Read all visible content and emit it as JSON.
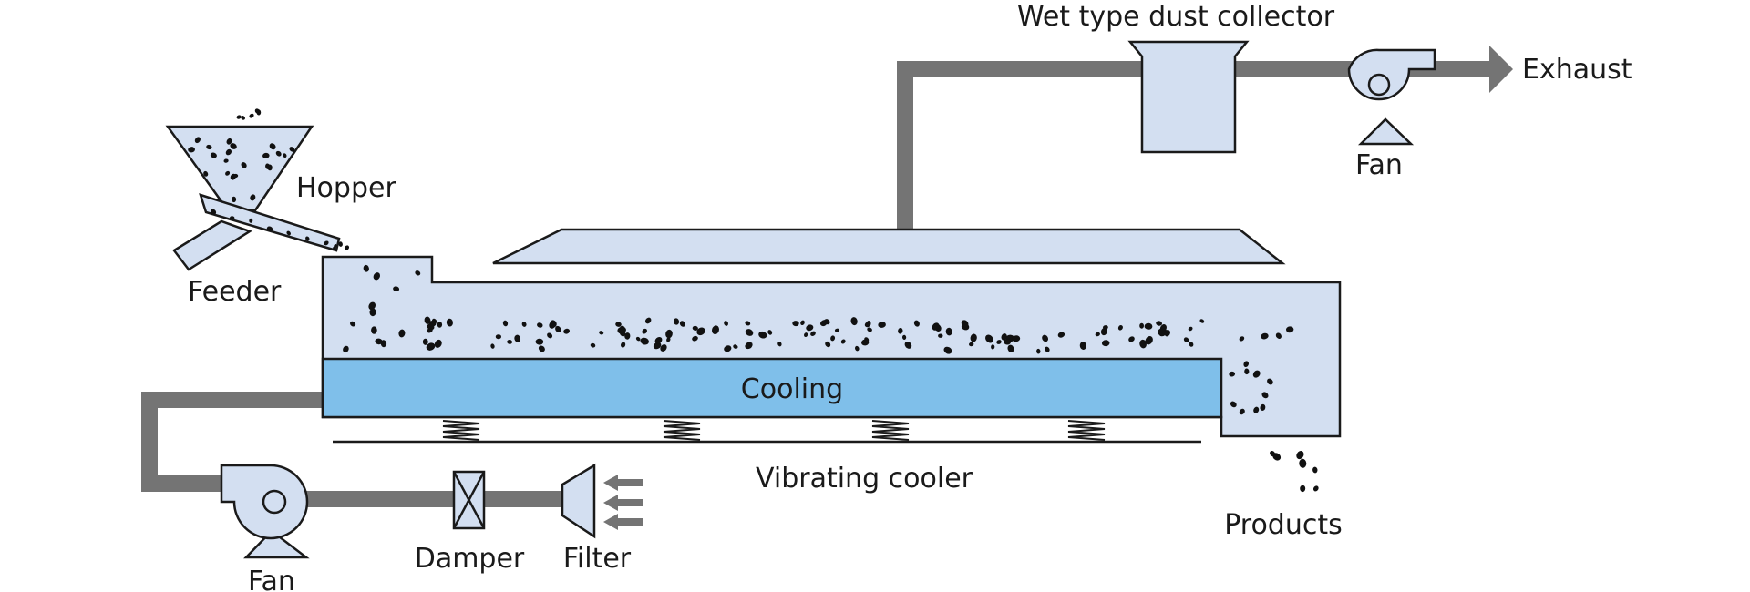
{
  "labels": {
    "dust_collector": "Wet type dust collector",
    "exhaust": "Exhaust",
    "fan_top": "Fan",
    "hopper": "Hopper",
    "feeder": "Feeder",
    "cooling": "Cooling",
    "vibrating_cooler": "Vibrating cooler",
    "products": "Products",
    "fan_bottom": "Fan",
    "damper": "Damper",
    "filter": "Filter"
  },
  "colors": {
    "pipe": "#747474",
    "equipment_fill": "#d3dff1",
    "cooling_fill": "#7fbfea",
    "outline": "#1a1a1a",
    "particles": "#111111"
  }
}
